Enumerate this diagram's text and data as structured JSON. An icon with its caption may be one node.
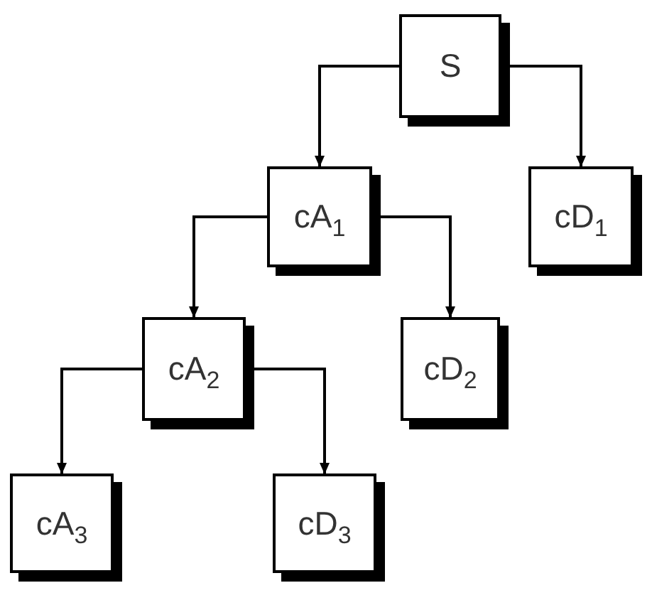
{
  "diagram": {
    "nodes": [
      {
        "text": [
          "S"
        ]
      },
      {
        "text": [
          "cA$_{1}$"
        ]
      },
      {
        "text": [
          "cD$_{1}$"
        ]
      },
      {
        "text": [
          "cA$_{2}$"
        ]
      },
      {
        "text": [
          "cD$_{2}$"
        ]
      },
      {
        "text": [
          "cA$_{3}$"
        ]
      },
      {
        "text": [
          "cD$_{3}$"
        ]
      }
    ],
    "edges": [
      {
        "from": 0,
        "to": 1,
        "arrow": "to"
      },
      {
        "from": 0,
        "to": 2,
        "arrow": "to"
      },
      {
        "from": 1,
        "to": 3,
        "arrow": "to"
      },
      {
        "from": 1,
        "to": 4,
        "arrow": "to"
      },
      {
        "from": 3,
        "to": 5,
        "arrow": "to"
      },
      {
        "from": 3,
        "to": 6,
        "arrow": "to"
      }
    ]
  }
}
